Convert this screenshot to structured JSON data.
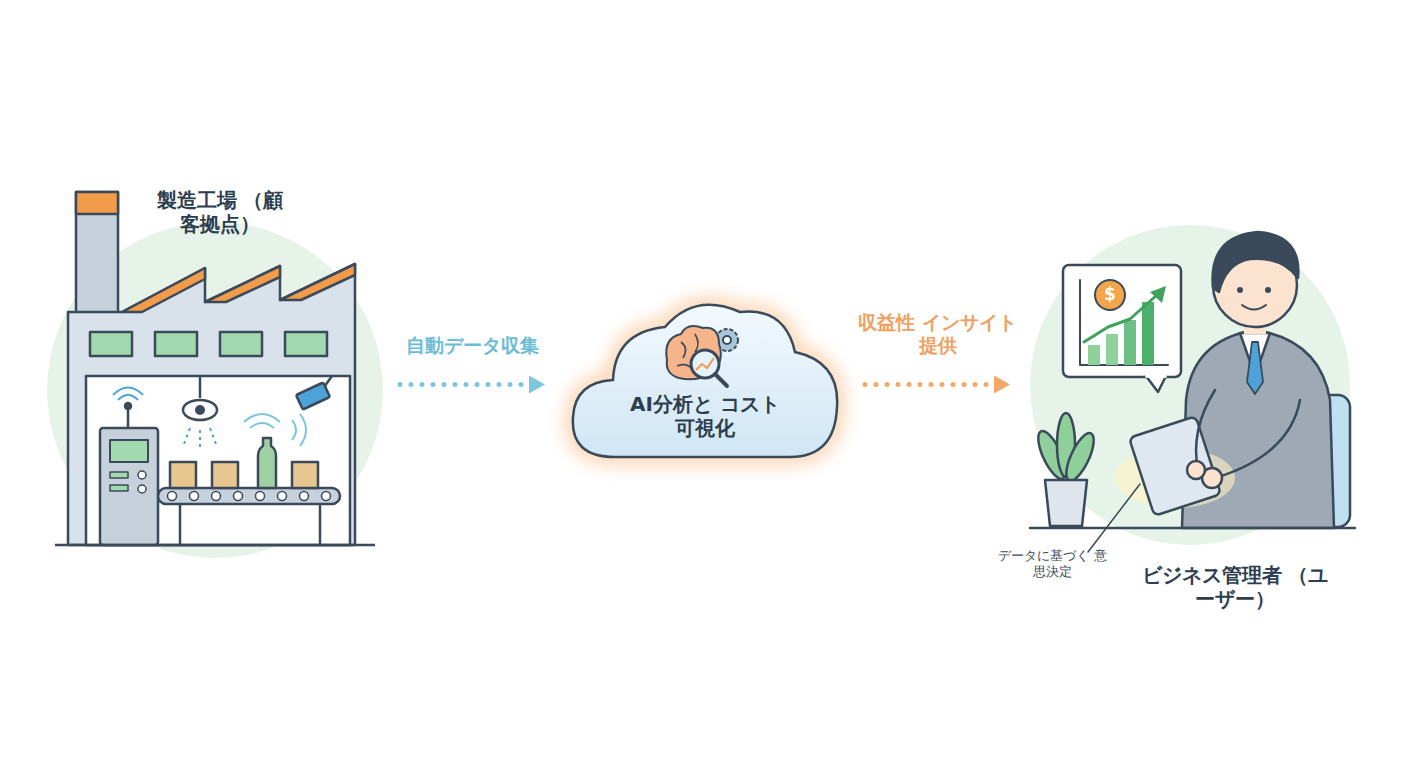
{
  "diagram": {
    "nodes": [
      {
        "text": [
          "製造工場 （顧客拠点）"
        ]
      },
      {
        "text": [
          "AI分析と コスト可視化"
        ]
      },
      {
        "text": [
          "ビジネス管理者 （ユーザー）"
        ]
      }
    ],
    "edges": [
      {
        "from": 0,
        "to": 1,
        "label": "自動データ収集",
        "arrow": "to"
      },
      {
        "from": 1,
        "to": 2,
        "label": "収益性 インサイト提供",
        "arrow": "to"
      }
    ],
    "labels": [
      "データに基づく 意思決定",
      "$"
    ]
  }
}
